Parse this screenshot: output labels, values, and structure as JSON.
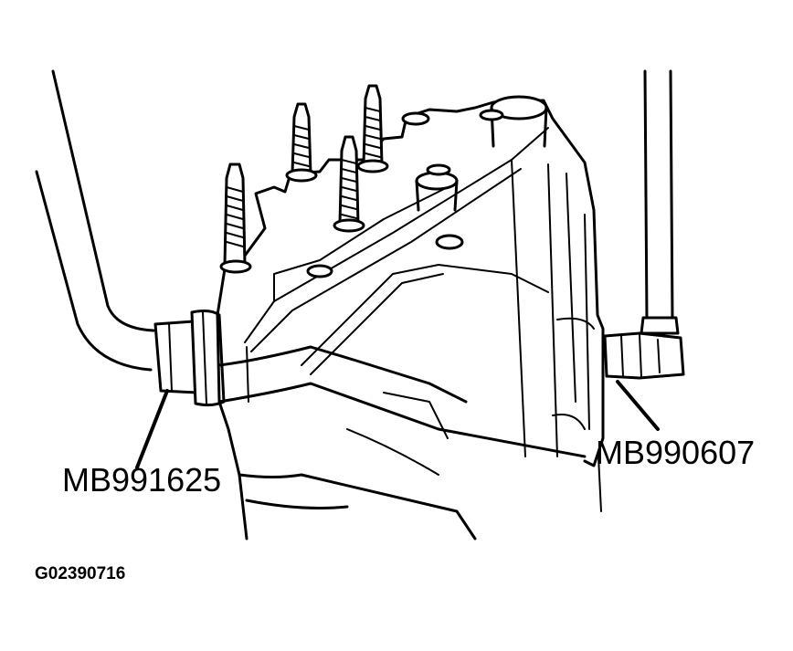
{
  "labels": {
    "left_tool": "MB991625",
    "right_tool": "MB990607",
    "figure_code": "G02390716"
  },
  "colors": {
    "line": "#000000",
    "background": "#ffffff"
  }
}
